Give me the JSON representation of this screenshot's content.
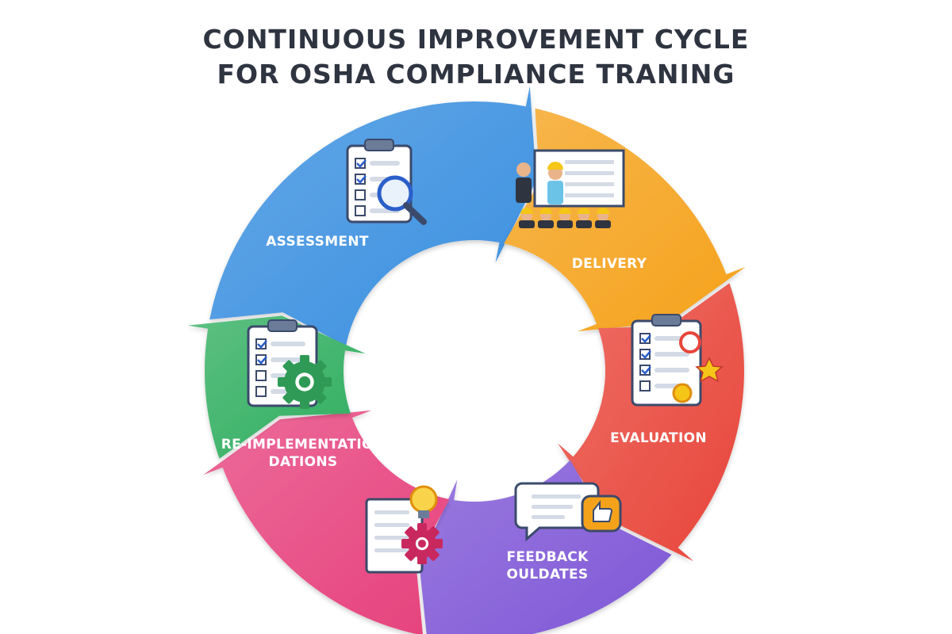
{
  "title": {
    "line1": "CONTINUOUS IMPROVEMENT CYCLE",
    "line2": "FOR OSHA COMPLIANCE TRANING"
  },
  "stages": [
    {
      "id": "assessment",
      "label_lines": [
        "ASSESSMENT"
      ],
      "color": "#3a8fe0",
      "icon": "clipboard-magnifier-icon"
    },
    {
      "id": "delivery",
      "label_lines": [
        "DELIVERY"
      ],
      "color": "#f5a21b",
      "icon": "training-presentation-icon"
    },
    {
      "id": "evaluation",
      "label_lines": [
        "EVALUATION"
      ],
      "color": "#e8453a",
      "icon": "clipboard-award-icon"
    },
    {
      "id": "feedback",
      "label_lines": [
        "FEEDBACK",
        "OULDATES"
      ],
      "color": "#7d55d6",
      "icon": "chat-thumbs-up-icon"
    },
    {
      "id": "recommendations",
      "label_lines": [],
      "color": "#e6417c",
      "icon": "document-lightbulb-gear-icon"
    },
    {
      "id": "re-implementation",
      "label_lines": [
        "RE-IMPLEMENTATION",
        "DATIONS"
      ],
      "color": "#2fae5f",
      "icon": "clipboard-gear-icon"
    }
  ]
}
